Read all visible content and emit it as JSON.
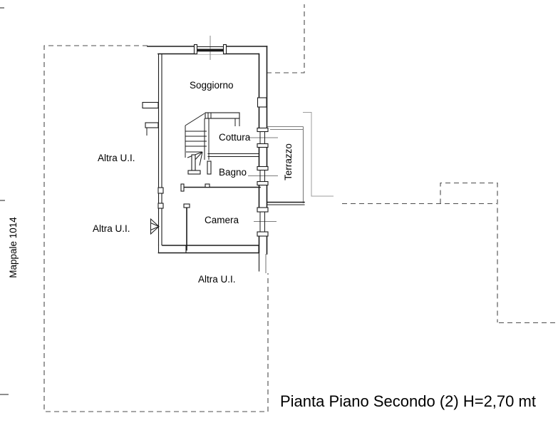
{
  "drawing": {
    "title": "Pianta Piano Secondo (2) H=2,70 mt",
    "parcel_label": "Mappale 1014",
    "room_labels": {
      "soggiorno": "Soggiorno",
      "cottura": "Cottura",
      "bagno": "Bagno",
      "camera": "Camera",
      "terrazzo": "Terrazzo"
    },
    "other_unit_labels": [
      "Altra U.I.",
      "Altra U.I.",
      "Altra U.I."
    ]
  },
  "colors": {
    "background": "#ffffff",
    "line": "#1c1c1c",
    "dashed": "#4c4c4c",
    "gray": "#7d7d7d",
    "outline": "#9e9e9e",
    "text": "#000000"
  }
}
